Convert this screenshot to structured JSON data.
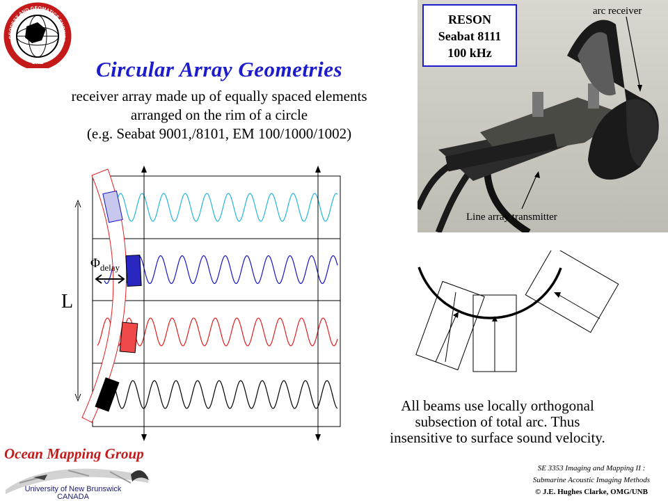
{
  "title": "Circular Array Geometries",
  "subtitle_lines": [
    "receiver array made up of equally spaced elements",
    "arranged on the rim of a circle",
    "(e.g. Seabat 9001,/8101, EM 100/1000/1002)"
  ],
  "logo": {
    "text": "GEODESY AND GEOMATICS ENGINEERING",
    "unb": "UNB"
  },
  "photo": {
    "box_lines": [
      "RESON",
      "Seabat 8111",
      "100 kHz"
    ],
    "arc_label": "arc receiver",
    "line_label": "Line array transmitter"
  },
  "diagram": {
    "phi_symbol": "Φ",
    "phi_sub": "delay",
    "length_label": "L",
    "wave_colors": [
      "#22b7d6",
      "#1414c8",
      "#e01e1e",
      "#000000"
    ],
    "element_colors": [
      "#c8c8ee",
      "#2828c0",
      "#ee4848",
      "#000000"
    ]
  },
  "caption_lines": [
    "All beams use locally orthogonal",
    "subsection of total arc. Thus",
    "insensitive to surface sound velocity."
  ],
  "footer": {
    "group": "Ocean Mapping Group",
    "university": "University of New Brunswick",
    "country": "CANADA",
    "course_line1": "SE 3353 Imaging and Mapping II :",
    "course_line2": "Submarine Acoustic Imaging Methods",
    "copyright": "© J.E. Hughes Clarke, OMG/UNB"
  }
}
